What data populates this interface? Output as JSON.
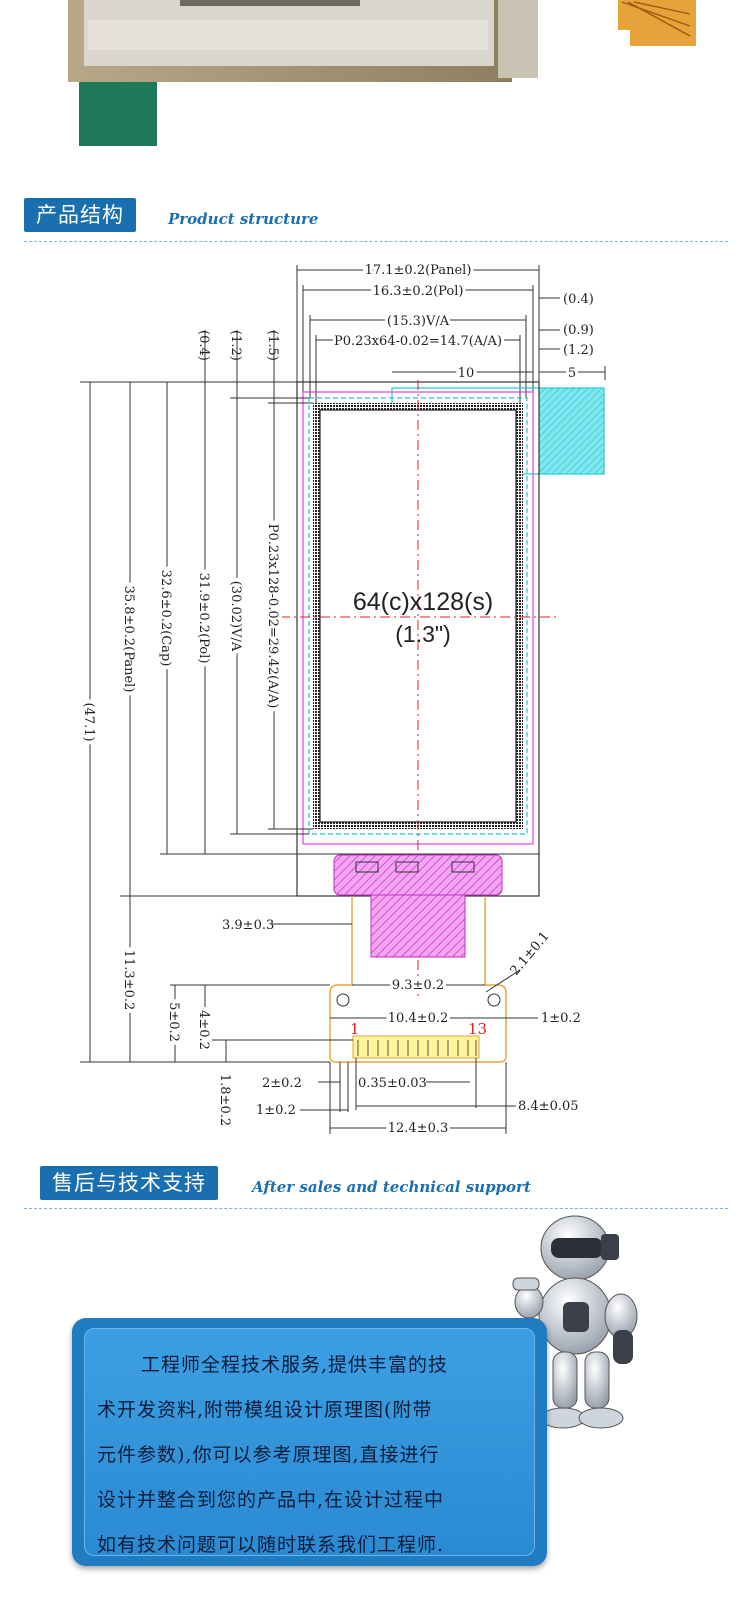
{
  "section_structure": {
    "title_cn": "产品结构",
    "title_en": "Product structure"
  },
  "drawing": {
    "center_label": "64(c)x128(s)",
    "size_label": "(1.3\")",
    "dim_panel_w": "17.1±0.2(Panel)",
    "dim_pol_w": "16.3±0.2(Pol)",
    "dim_va_w": "(15.3)V/A",
    "dim_aa_w": "P0.23x64-0.02=14.7(A/A)",
    "dim_04_right": "(0.4)",
    "dim_09_right": "(0.9)",
    "dim_12_right": "(1.2)",
    "dim_10": "10",
    "dim_5": "5",
    "dim_04_top": "(0.4)",
    "dim_12_top": "(1.2)",
    "dim_15_top": "(1.5)",
    "dim_471": "(47.1)",
    "dim_358": "35.8±0.2(Panel)",
    "dim_326": "32.6±0.2(Cap)",
    "dim_319": "31.9±0.2(Pol)",
    "dim_3002": "(30.02)V/A",
    "dim_2942": "P0.23x128-0.02=29.42(A/A)",
    "dim_39": "3.9±0.3",
    "dim_113": "11.3±0.2",
    "dim_93": "9.3±0.2",
    "dim_21": "2.1±0.1",
    "dim_104": "10.4±0.2",
    "dim_1_right": "1±0.2",
    "pin_1": "1",
    "pin_13": "13",
    "dim_5_left": "5±0.2",
    "dim_4": "4±0.2",
    "dim_18": "1.8±0.2",
    "dim_2": "2±0.2",
    "dim_035": "0.35±0.03",
    "dim_1_left": "1±0.2",
    "dim_84": "8.4±0.05",
    "dim_124": "12.4±0.3"
  },
  "section_support": {
    "title_cn": "售后与技术支持",
    "title_en": "After sales and technical support"
  },
  "support": {
    "lines": [
      "工程师全程技术服务,提供丰富的技",
      "术开发资料,附带模组设计原理图(附带",
      "元件参数),你可以参考原理图,直接进行",
      "设计并整合到您的产品中,在设计过程中",
      "如有技术问题可以随时联系我们工程师."
    ]
  },
  "colors": {
    "brand": "#1a6fb0",
    "magenta": "#e040e0",
    "cyan": "#00d0e0",
    "red": "#e02020",
    "fpc": "#e8a23a"
  }
}
